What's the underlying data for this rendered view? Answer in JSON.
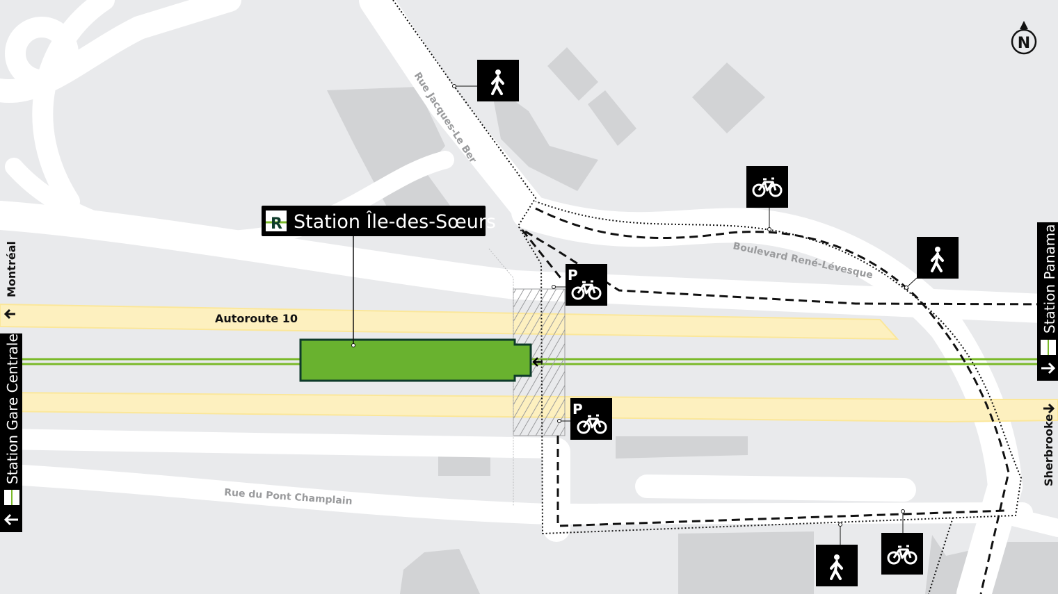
{
  "map": {
    "station_name": "Station Île-des-Sœurs",
    "highway_label": "Autoroute 10",
    "streets": {
      "jacques_le_ber": "Rue Jacques-Le Ber",
      "rene_levesque": "Boulevard René-Lévesque",
      "pont_champlain": "Rue du Pont Champlain"
    },
    "directions": {
      "west_road": "Montréal",
      "west_station": "Station Gare Centrale",
      "east_station": "Station Panama",
      "east_road": "Sherbrooke"
    },
    "north_label": "N",
    "rem_logo_letter": "R",
    "icons": [
      "pedestrian-icon",
      "bicycle-icon",
      "bike-parking-icon",
      "arrow-icon",
      "north-arrow-icon"
    ],
    "colors": {
      "background": "#e9eaec",
      "building": "#d2d3d5",
      "highway": "#fdf0bf",
      "rem_line": "#7ab929",
      "station_fill": "#69b22f",
      "station_border": "#0e3b2a",
      "sign": "#000000"
    }
  }
}
